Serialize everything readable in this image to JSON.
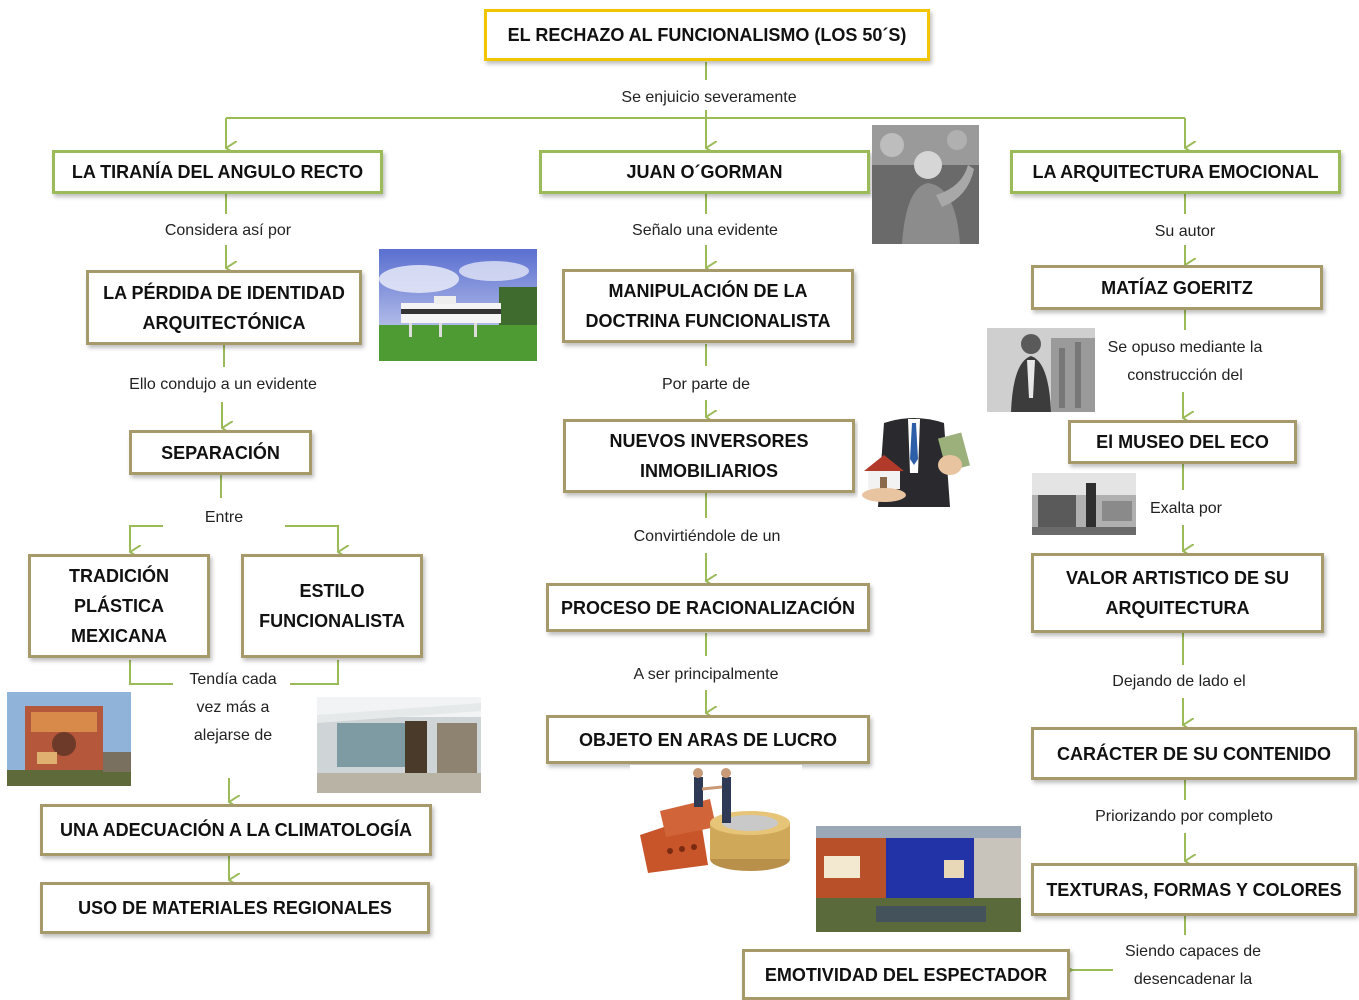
{
  "title": "EL RECHAZO AL FUNCIONALISMO (LOS 50´S)",
  "top_link": "Se enjuicio severamente",
  "left": {
    "branch": "LA TIRANÍA DEL ANGULO RECTO",
    "link1": "Considera así por",
    "node2": "LA PÉRDIDA DE IDENTIDAD ARQUITECTÓNICA",
    "link2": "Ello condujo a un evidente",
    "node3": "SEPARACIÓN",
    "link3": "Entre",
    "node4a": "TRADICIÓN PLÁSTICA MEXICANA",
    "node4b": "ESTILO FUNCIONALISTA",
    "link4": "Tendía cada vez más a alejarse de",
    "node5": "UNA ADECUACIÓN A LA CLIMATOLOGÍA",
    "node6": "USO DE MATERIALES REGIONALES"
  },
  "center": {
    "branch": "JUAN O´GORMAN",
    "link1": "Señalo una evidente",
    "node2": "MANIPULACIÓN DE LA DOCTRINA FUNCIONALISTA",
    "link2": "Por parte de",
    "node3": "NUEVOS INVERSORES INMOBILIARIOS",
    "link3": "Convirtiéndole de un",
    "node4": "PROCESO DE RACIONALIZACIÓN",
    "link4": "A ser principalmente",
    "node5": "OBJETO EN ARAS DE LUCRO"
  },
  "right": {
    "branch": "LA ARQUITECTURA EMOCIONAL",
    "link1": "Su autor",
    "node2": "MATÍAZ GOERITZ",
    "link2": "Se opuso mediante la construcción del",
    "node3": "El MUSEO DEL  ECO",
    "link3": "Exalta por",
    "node4": "VALOR ARTISTICO DE SU ARQUITECTURA",
    "link4": "Dejando de lado el",
    "node5": "CARÁCTER DE SU CONTENIDO",
    "link5": "Priorizando por completo",
    "node6": "TEXTURAS, FORMAS Y COLORES",
    "link6": "Siendo capaces de desencadenar la",
    "node7": "EMOTIVIDAD DEL ESPECTADOR"
  },
  "colors": {
    "connector": "#9bbb59",
    "box_border": "#a69a6a",
    "title_border": "#f2c500"
  }
}
